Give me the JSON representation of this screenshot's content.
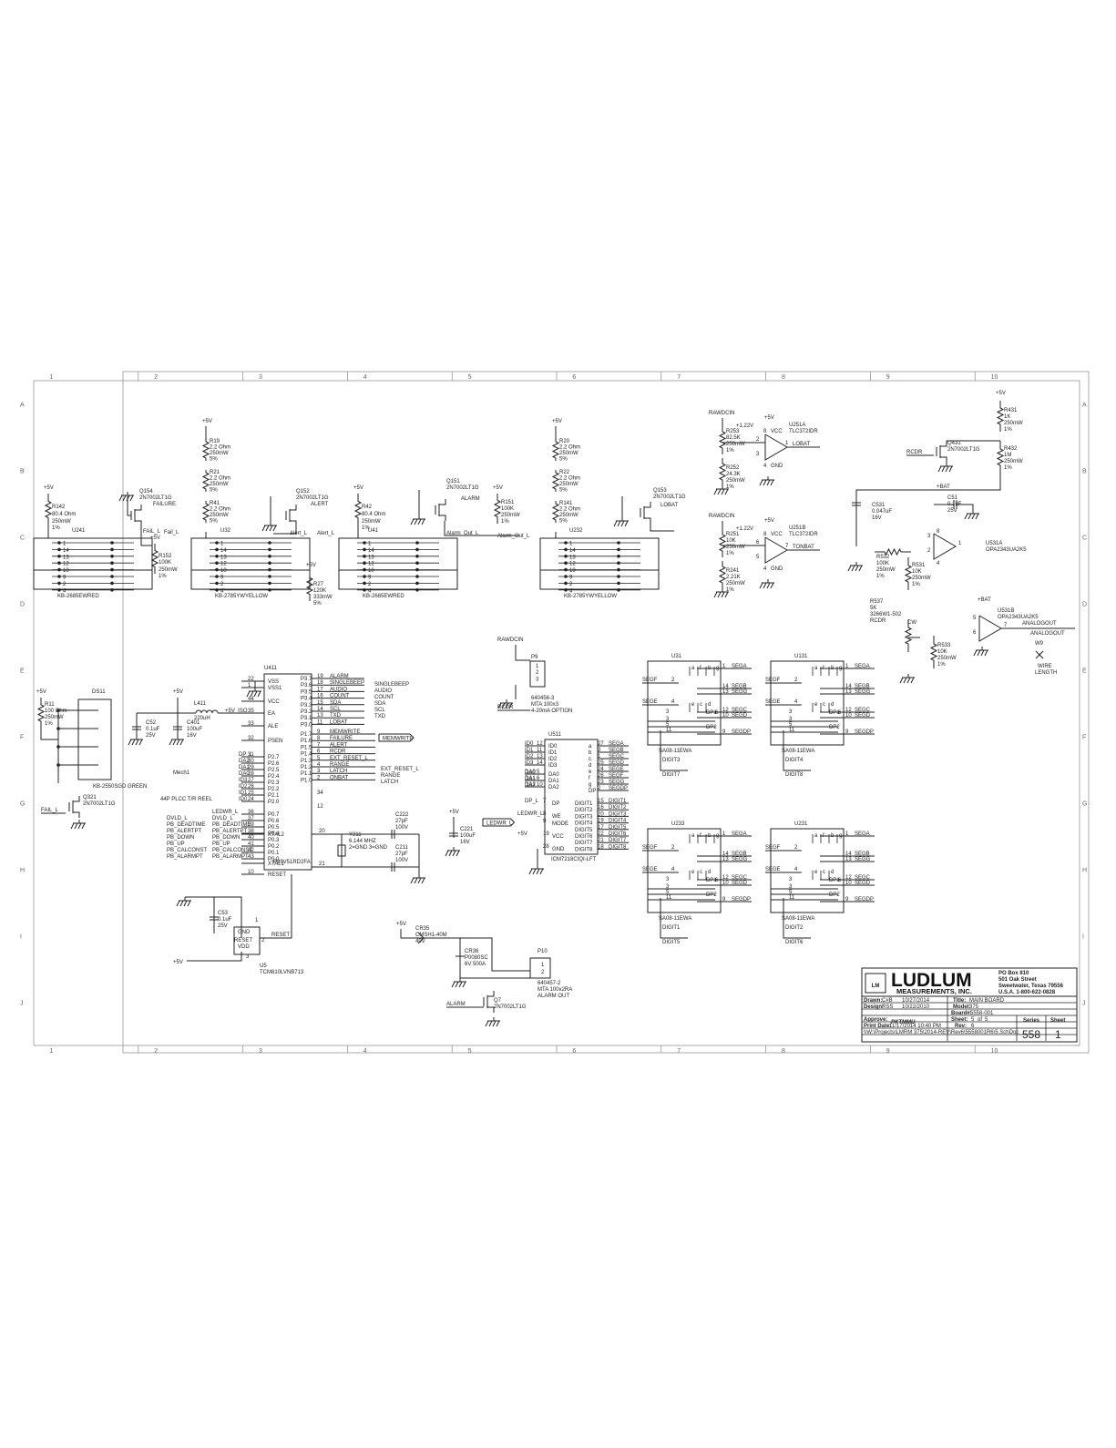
{
  "border": {
    "columns": [
      "1",
      "2",
      "3",
      "4",
      "5",
      "6",
      "7",
      "8",
      "9",
      "10"
    ],
    "rows": [
      "A",
      "B",
      "C",
      "D",
      "E",
      "F",
      "G",
      "H",
      "I",
      "J"
    ]
  },
  "displays": [
    {
      "ref": "U241",
      "label": "KB-2685EWRED"
    },
    {
      "ref": "U32",
      "label": "KB-2785YWYELLOW"
    },
    {
      "ref": "U41",
      "label": "KB-2685EWRED"
    },
    {
      "ref": "U232",
      "label": "KB-2785YWYELLOW"
    }
  ],
  "resistor_stacks": [
    {
      "supply": "+5V",
      "parts": [
        [
          "R19",
          "2.2 Ohm",
          "250mW",
          "5%"
        ],
        [
          "R21",
          "2.2 Ohm",
          "250mW",
          "5%"
        ],
        [
          "R41",
          "2.2 Ohm",
          "250mW",
          "5%"
        ]
      ]
    },
    {
      "supply": "+5V",
      "parts": [
        [
          "R20",
          "2.2 Ohm",
          "250mW",
          "5%"
        ],
        [
          "R22",
          "2.2 Ohm",
          "250mW",
          "5%"
        ],
        [
          "R141",
          "2.2 Ohm",
          "250mW",
          "5%"
        ]
      ]
    }
  ],
  "left_block": {
    "supply": "+5V",
    "r142": [
      "R142",
      "80.4 Ohm",
      "250mW",
      "1%"
    ],
    "q154": [
      "Q154",
      "2N7002LT1G",
      "FAILURE"
    ],
    "fail_l": "FAIL_L",
    "fail_l2": "Fail_L",
    "r152_supply": "+5V",
    "r152": [
      "R152",
      "100K",
      "250mW",
      "1%"
    ]
  },
  "mid_block": {
    "q152": [
      "Q152",
      "2N7002LT1G",
      "ALERT"
    ],
    "alert_l": "Alert_L",
    "alert_l2": "Alert_L",
    "r27_supply": "+5V",
    "r27": [
      "R27",
      "120K",
      "333mW",
      "5%"
    ],
    "r42_supply": "+5V",
    "r42": [
      "R42",
      "80.4 Ohm",
      "250mW",
      "1%"
    ],
    "q151": [
      "Q151",
      "2N7002LT1G",
      "ALARM"
    ],
    "r151_supply": "+5V",
    "r151": [
      "R151",
      "100K",
      "250mW",
      "1%"
    ],
    "alarm_out_l": "Alarm_Out_L",
    "alarm_out_l2": "Alarm_Out_L"
  },
  "lobat_block": {
    "q153": [
      "Q153",
      "2N7002LT1G",
      "LOBAT"
    ]
  },
  "comparators": [
    {
      "input": "RAWDCIN",
      "ref_v": "+1.22V",
      "ra": [
        "R253",
        "82.5K",
        "250mW",
        "1%"
      ],
      "rb": [
        "R252",
        "24.3K",
        "250mW",
        "1%"
      ],
      "supply": "+5V",
      "u": "U251A",
      "part": "TLC372IDR",
      "pins": [
        "8",
        "VCC",
        "2",
        "3",
        "1",
        "4",
        "GND"
      ],
      "out": "LOBAT"
    },
    {
      "input": "RAWDCIN",
      "ref_v": "+1.22V",
      "ra": [
        "R251",
        "10K",
        "250mW",
        "1%"
      ],
      "rb": [
        "R241",
        "2.21K",
        "250mW",
        "1%"
      ],
      "supply": "+5V",
      "u": "U251B",
      "part": "TLC372IDR",
      "pins": [
        "8",
        "VCC",
        "6",
        "5",
        "7",
        "4",
        "GND"
      ],
      "out": "TONBAT"
    }
  ],
  "analog": {
    "supply": "+5V",
    "r431": [
      "R431",
      "1K",
      "250mW",
      "1%"
    ],
    "q431": [
      "Q431",
      "2N7002LT1G"
    ],
    "rcdr": "RCDR",
    "r432": [
      "R432",
      "1M",
      "250mW",
      "1%"
    ],
    "bat": "+BAT",
    "c531": [
      "C531",
      "0.047uF",
      "16V"
    ],
    "c51": [
      "C51",
      "0.1uF",
      "25V"
    ],
    "r532": [
      "R532",
      "100K",
      "250mW",
      "1%"
    ],
    "r531": [
      "R531",
      "10K",
      "250mW",
      "1%"
    ],
    "u531a": [
      "U531A",
      "OPA2343UA2K5"
    ],
    "r537": [
      "R537",
      "5K",
      "3266W1-502",
      "RCDR"
    ],
    "cw": "CW",
    "bat2": "+BAT",
    "u531b": [
      "U531B",
      "OPA2343UA2K5"
    ],
    "r533": [
      "R533",
      "10K",
      "250mW",
      "1%"
    ],
    "analogout": "ANALOGOUT",
    "analogout2": "ANALOGOUT",
    "w9": "W9",
    "wire_length": [
      "WIRE",
      "LENGTH"
    ],
    "pins": [
      "3",
      "2",
      "1",
      "8",
      "4",
      "5",
      "6",
      "7",
      "3",
      "2",
      "1"
    ]
  },
  "digits": [
    {
      "ref": "U31",
      "part": "SA08-11EWA",
      "out1": "DIGIT3",
      "out2": "DIGIT7"
    },
    {
      "ref": "U131",
      "part": "SA08-11EWA",
      "out1": "DIGIT4",
      "out2": "DIGIT8"
    },
    {
      "ref": "U233",
      "part": "SA08-11EWA",
      "out1": "DIGIT1",
      "out2": "DIGIT5"
    },
    {
      "ref": "U231",
      "part": "SA08-11EWA",
      "out1": "DIGIT2",
      "out2": "DIGIT6"
    }
  ],
  "digit_pins": {
    "segs": [
      "SEGA",
      "SEGB",
      "SEGG",
      "SEGC",
      "SEGD",
      "SEGDP"
    ],
    "left": [
      "SEGF",
      "SEGE"
    ],
    "nums": [
      "1",
      "14",
      "13",
      "12",
      "10",
      "9",
      "2",
      "4",
      "3",
      "5",
      "11",
      "16"
    ],
    "dp": [
      "DP1",
      "6",
      "DP2"
    ],
    "letters": [
      "a",
      "f",
      "b",
      "g",
      "e",
      "c",
      "d"
    ]
  },
  "ds11": {
    "supply": "+5V",
    "r11": [
      "R11",
      "100 Ohm",
      "250mW",
      "1%"
    ],
    "ref": "DS11",
    "part": "KB-2550SGD GREEN",
    "q321": [
      "Q321",
      "2N7002LT1G"
    ],
    "fail_l": "FAIL_L"
  },
  "power": {
    "supply": "+5V",
    "l411": [
      "L411",
      "220uH"
    ],
    "iso": "+5V_ISO",
    "c52": [
      "C52",
      "0.1uF",
      "25V"
    ],
    "c401": [
      "C401",
      "100uF",
      "16V"
    ]
  },
  "mcu": {
    "ref": "U411",
    "part": "P89V51RD2FA",
    "left_pins": [
      [
        "22",
        "VSS"
      ],
      [
        "1",
        "VSS1"
      ],
      [
        "44",
        "VCC"
      ],
      [
        "35",
        "EA"
      ],
      [
        "33",
        "ALE"
      ],
      [
        "32",
        "PSEN"
      ],
      [
        "31",
        "P2.7"
      ],
      [
        "30",
        "P2.6"
      ],
      [
        "29",
        "P2.5"
      ],
      [
        "28",
        "P2.4"
      ],
      [
        "27",
        "P2.3"
      ],
      [
        "26",
        "P2.2"
      ],
      [
        "25",
        "P2.1"
      ],
      [
        "24",
        "P2.0"
      ],
      [
        "36",
        "P0.7"
      ],
      [
        "37",
        "P0.6"
      ],
      [
        "39",
        "P0.5"
      ],
      [
        "38",
        "P0.4"
      ],
      [
        "40",
        "P0.3"
      ],
      [
        "41",
        "P0.2"
      ],
      [
        "42",
        "P0.1"
      ],
      [
        "43",
        "P0.0"
      ],
      [
        "",
        "XTAL2"
      ],
      [
        "",
        "XTAL1"
      ],
      [
        "10",
        "RESET"
      ]
    ],
    "p3": [
      [
        "19",
        "ALARM"
      ],
      [
        "18",
        "SINGLEBEEP"
      ],
      [
        "17",
        "AUDIO"
      ],
      [
        "16",
        "COUNT"
      ],
      [
        "15",
        "SDA"
      ],
      [
        "14",
        "SCL"
      ],
      [
        "13",
        "TXD"
      ],
      [
        "11",
        "LOBAT"
      ]
    ],
    "p3names": [
      "P3.7",
      "P3.6",
      "P3.5",
      "P3.4",
      "P3.3",
      "P3.2",
      "P3.1",
      "P3.0"
    ],
    "p1": [
      [
        "9",
        "MEMWRITE"
      ],
      [
        "8",
        "FAILURE"
      ],
      [
        "7",
        "ALERT"
      ],
      [
        "6",
        "RCDR"
      ],
      [
        "5",
        "EXT_RESET_L"
      ],
      [
        "4",
        "RANGE"
      ],
      [
        "3",
        "LATCH"
      ],
      [
        "2",
        "ONBAT"
      ]
    ],
    "p1names": [
      "P1.7",
      "P1.6",
      "P1.5",
      "P1.4",
      "P1.3",
      "P1.2",
      "P1.1",
      "P1.0"
    ],
    "flags": [
      "SINGLEBEEP",
      "AUDIO",
      "COUNT",
      "SDA",
      "SCL",
      "TXD"
    ],
    "memwrite": "MEMWRITE",
    "flags2": [
      "EXT_RESET_L",
      "RANGE",
      "LATCH"
    ],
    "bus": [
      "DP_L",
      "DA2",
      "DA1",
      "DA0",
      "ID3",
      "ID2",
      "ID1",
      "ID0"
    ],
    "p0": [
      "LEDWR_L",
      "DVLD_L",
      "PB_DEADTIME",
      "PB_ALERTPT",
      "PB_DOWN",
      "PB_UP",
      "PB_CALCONST",
      "PB_ALARMPT"
    ],
    "p0ext": [
      "DVLD_L",
      "PB_DEADTIME",
      "PB_ALERTPT",
      "PB_DOWN",
      "PB_UP",
      "PB_CALCONST",
      "PB_ALARMPT"
    ],
    "mech": "Mech1",
    "socket": "44P PLCC T/R REEL",
    "xtal_pins": [
      "20",
      "21",
      "34",
      "12"
    ]
  },
  "crystal": {
    "y211": [
      "Y211",
      "6.144 MHZ",
      "2=GND 3=GND"
    ],
    "c222": [
      "C222",
      "27pF",
      "100V"
    ],
    "c211": [
      "C211",
      "27pF",
      "100V"
    ]
  },
  "reset_chip": {
    "c53": [
      "C53",
      "0.1uF",
      "25V"
    ],
    "pins": [
      "1",
      "GND",
      "RESET",
      "2",
      "VDD",
      "3"
    ],
    "net": "RESET",
    "ref": [
      "U5",
      "TCM810LVNB713"
    ],
    "supply": "+5V"
  },
  "p9": {
    "input": "RAWDCIN",
    "rcdr": "RCDR",
    "ref": "P9",
    "part": [
      "640456-3",
      "MTA 100x3",
      "4-20mA OPTION"
    ],
    "pins": [
      "1",
      "2",
      "3"
    ]
  },
  "driver": {
    "ref": "U511",
    "part": "ICM7218CIQI-LFT",
    "inputs": [
      [
        "ID0",
        "12",
        "ID0"
      ],
      [
        "ID1",
        "11",
        "ID1"
      ],
      [
        "ID2",
        "13",
        "ID2"
      ],
      [
        "ID3",
        "14",
        "ID3"
      ],
      [
        "DA0",
        "5",
        "DA0"
      ],
      [
        "DA1",
        "6",
        "DA1"
      ],
      [
        "DA2",
        "10",
        "DA2"
      ]
    ],
    "outputs": [
      [
        "27",
        "SEGA",
        "a"
      ],
      [
        "3",
        "SEGB",
        "b"
      ],
      [
        "1",
        "SEGC",
        "c"
      ],
      [
        "25",
        "SEGD",
        "d"
      ],
      [
        "24",
        "SEGE",
        "e"
      ],
      [
        "26",
        "SEGF",
        "f"
      ],
      [
        "23",
        "SEGG",
        "g"
      ],
      [
        "2",
        "SEGDP",
        "DP"
      ]
    ],
    "digits": [
      [
        "15",
        "DIGIT1"
      ],
      [
        "16",
        "DIGIT2"
      ],
      [
        "20",
        "DIGIT3"
      ],
      [
        "19",
        "DIGIT4"
      ],
      [
        "17",
        "DIGIT5"
      ],
      [
        "22",
        "DIGIT6"
      ],
      [
        "21",
        "DIGIT7"
      ],
      [
        "18",
        "DIGIT8"
      ]
    ],
    "dp_l": [
      "DP_L",
      "7",
      "DP"
    ],
    "ledwr": [
      "LEDWR_L",
      "8",
      "WE"
    ],
    "mode": [
      "9",
      "MODE"
    ],
    "vcc": [
      "+5V",
      "19",
      "VCC"
    ],
    "gnd": [
      "28",
      "GND"
    ],
    "supply": "+5V",
    "c221": [
      "C221",
      "100uF",
      "16V"
    ],
    "ledwr_flag": "LEDWR_L",
    "ext_da": [
      "DA0",
      "DA1",
      "DA2"
    ]
  },
  "alarm_out": {
    "supply": "+5V",
    "cr35": [
      "CR35",
      "CMSH1-40M",
      "40V"
    ],
    "cr36": [
      "CR36",
      "P0080SC",
      "6V 500A"
    ],
    "p10": [
      "P10",
      "640457-2",
      "MTA 100x2RA",
      "ALARM OUT"
    ],
    "pins": [
      "1",
      "2"
    ],
    "alarm": "ALARM",
    "q7": [
      "Q7",
      "2N7002LT1G"
    ]
  },
  "titleblock": {
    "logo_badge": "LM",
    "company": "LUDLUM",
    "company_sub": "MEASUREMENTS, INC.",
    "address": [
      "PO Box 810",
      "501 Oak Street",
      "Sweetwater, Texas  79556",
      "U.S.A. 1-800-622-0828"
    ],
    "drawn": [
      "Drawn:",
      "C#B",
      "10/27/2014"
    ],
    "design": [
      "Design:",
      "RSS",
      "10/22/2010"
    ],
    "title": [
      "Title:",
      "MAIN BOARD"
    ],
    "model": [
      "Model:",
      "375"
    ],
    "board": [
      "Board#:",
      "5558-001"
    ],
    "approve": "Approve:",
    "sheet": [
      "Sheet:",
      "5",
      "of",
      "5"
    ],
    "print": [
      "Print Date:",
      "11/17/2014 10:40 PM"
    ],
    "rev": [
      "Rev:",
      "6"
    ],
    "series": [
      "Series",
      "558"
    ],
    "sheetno": [
      "Sheet",
      "1"
    ],
    "path": "\\\\W:\\Projects\\LMRM 375\\2014-REV\\Rev6\\5558001R6\\5.SchDoc",
    "signature": "PKTMMU"
  }
}
